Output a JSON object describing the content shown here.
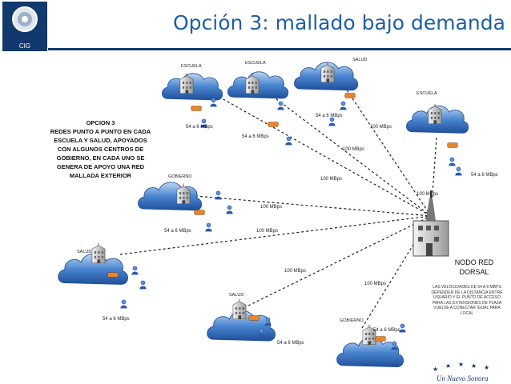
{
  "header": {
    "title": "Opción 3: mallado bajo demanda",
    "logo_label": "CIG"
  },
  "option_text": [
    "OPCION 3",
    "REDES PUNTO A PUNTO EN CADA",
    "ESCUELA Y SALUD, APOYADOS",
    "CON ALGUNOS CENTROS DE",
    "GOBIERNO, EN CADA UNO SE",
    "GENERA DE APOYO UNA RED",
    "MALLADA EXTERIOR"
  ],
  "sites": [
    {
      "label": "ESCUELA",
      "speed": "54 a 6 MBps"
    },
    {
      "label": "ESCUELA",
      "speed": "54 a 6 MBps"
    },
    {
      "label": "SALUD",
      "speed": "54 a 6 MBps"
    },
    {
      "label": "ESCUELA",
      "speed": "54 a 6 MBps"
    },
    {
      "label": "GOBIERNO",
      "speed": "54 a 6 MBps"
    },
    {
      "label": "SALUD",
      "speed": "54 a 6 MBps"
    },
    {
      "label": "SALUD",
      "speed": "54 a 6 MBps"
    },
    {
      "label": "GOBIERNO",
      "speed": "54 a 6 MBps"
    }
  ],
  "links": [
    "100 MBps",
    "100 MBps",
    "100 MBps",
    "100 MBps",
    "100 MBps",
    "100 MBps",
    "100 MBps",
    "100 MBps"
  ],
  "hub": {
    "label_line1": "NODO RED",
    "label_line2": "DORSAL"
  },
  "speed_note": [
    "LAS VELOCIDADES DE 54 A 6 MBPS",
    "DEPENDEN DE LA DISTANCIA ENTRE",
    "USUARIO Y EL PUNTO DE ACCESO",
    "PARA LAS EXTENSIONES DE PLAZA",
    "VUELVE A CONECTAR IGUAL PARA",
    "LOCAL"
  ],
  "footer": "Un Nuevo Sonora",
  "colors": {
    "header_blue": "#12396b",
    "title_blue": "#1f5fa6",
    "cloud_blue": "#3b78c9",
    "router_orange": "#e8852e",
    "user_blue": "#2a5db0"
  }
}
